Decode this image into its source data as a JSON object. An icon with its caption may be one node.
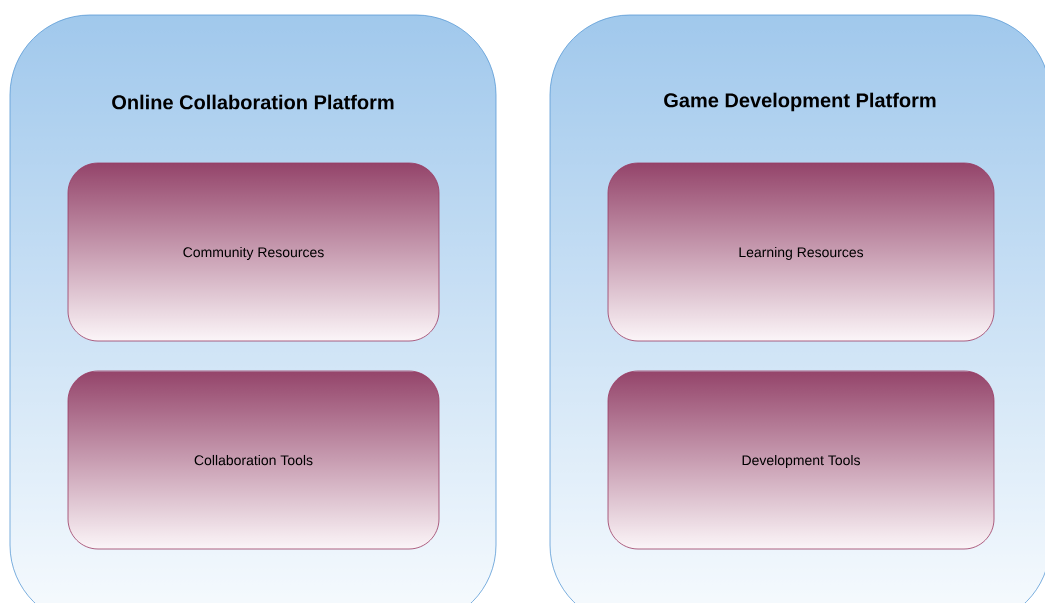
{
  "diagram": {
    "nodes": [
      {
        "text": [
          "Online Collaboration Platform"
        ]
      },
      {
        "text": [
          "Community Resources"
        ],
        "in": 0
      },
      {
        "text": [
          "Collaboration Tools"
        ],
        "in": 0
      },
      {
        "text": [
          "Game Development Platform"
        ]
      },
      {
        "text": [
          "Learning Resources"
        ],
        "in": 3
      },
      {
        "text": [
          "Development Tools"
        ],
        "in": 3
      }
    ]
  }
}
